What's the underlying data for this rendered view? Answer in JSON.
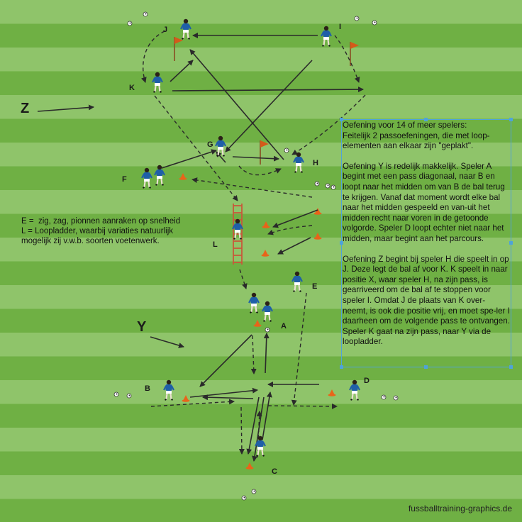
{
  "colors": {
    "stripe_light": "#8fc46a",
    "stripe_dark": "#6fb044",
    "player_shirt": "#1f5fa8",
    "cone": "#e8641a",
    "ladder": "#c8583a",
    "flag": "#d45a1a",
    "arrow": "#2a2a2a",
    "box_border": "#4fa3d9"
  },
  "players": [
    {
      "label": "J"
    },
    {
      "label": "I"
    },
    {
      "label": "K"
    },
    {
      "label": "G"
    },
    {
      "label": "H"
    },
    {
      "label": "F"
    },
    {
      "label": "L"
    },
    {
      "label": "E"
    },
    {
      "label": "A"
    },
    {
      "label": "B"
    },
    {
      "label": "D"
    },
    {
      "label": "C"
    }
  ],
  "exercise_labels": {
    "z": "Z",
    "y": "Y"
  },
  "legend": {
    "e_line": "E =  zig, zag, pionnen aanraken op snelheid",
    "l_line": "L = Loopladder, waarbij variaties natuurlijk mogelijk zij v.w.b. soorten voetenwerk."
  },
  "description": {
    "intro": "Oefening voor 14 of meer spelers:\nFeitelijk 2 passoefeningen, die met loop-elementen aan elkaar zijn \"geplakt\".",
    "exercise_y": "Oefening Y is redelijk makkelijk. Speler A begint met een pass diagonaal, naar B en loopt naar het midden om van B de bal terug te krijgen. Vanaf dat moment wordt elke bal naar het midden gespeeld en van-uit het midden recht naar voren in de getoonde volgorde. Speler D loopt echter niet naar het midden, maar begint aan het parcours.",
    "exercise_z": "Oefening Z begint bij speler H die speelt in op J. Deze legt de bal af voor K. K speelt in naar positie X, waar speler H, na zijn pass, is gearriveerd om de bal af te stoppen voor speler I. Omdat J de plaats van K over-neemt, is ook die positie vrij, en moet spe-ler I daarheen om de volgende pass te ontvangen. Speler K gaat na zijn pass, naar Y via de loopladder."
  },
  "credit": "fussballtraining-graphics.de"
}
